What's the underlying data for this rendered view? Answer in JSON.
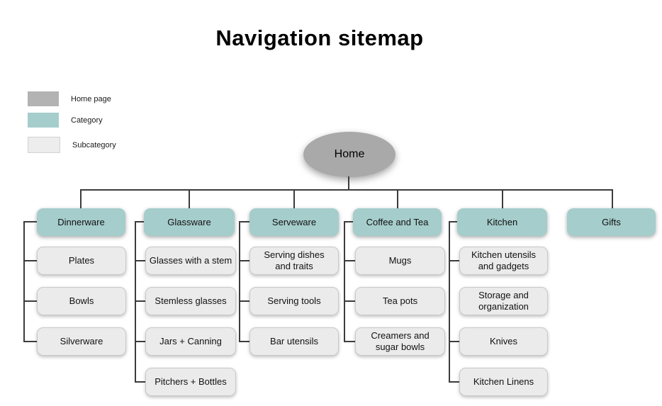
{
  "title": "Navigation sitemap",
  "legend": {
    "items": [
      {
        "label": "Home page",
        "color": "#b3b3b3"
      },
      {
        "label": "Category",
        "color": "#a5cdcb"
      },
      {
        "label": "Subcategory",
        "color": "#ededed"
      }
    ]
  },
  "root": {
    "label": "Home"
  },
  "colors": {
    "home_node": "#a9a9a9",
    "category_node": "#a5cdcb",
    "subcategory_node": "#ebebeb",
    "connector_line": "#3c3c3c"
  },
  "columns": [
    {
      "category": "Dinnerware",
      "subcategories": [
        "Plates",
        "Bowls",
        "Silverware"
      ]
    },
    {
      "category": "Glassware",
      "subcategories": [
        "Glasses with a stem",
        "Stemless glasses",
        "Jars + Canning",
        "Pitchers + Bottles"
      ]
    },
    {
      "category": "Serveware",
      "subcategories": [
        "Serving dishes\nand traits",
        "Serving tools",
        "Bar utensils"
      ]
    },
    {
      "category": "Coffee and Tea",
      "subcategories": [
        "Mugs",
        "Tea pots",
        "Creamers and\nsugar bowls"
      ]
    },
    {
      "category": "Kitchen",
      "subcategories": [
        "Kitchen utensils\nand gadgets",
        "Storage and\norganization",
        "Knives",
        "Kitchen Linens"
      ]
    },
    {
      "category": "Gifts",
      "subcategories": []
    }
  ]
}
